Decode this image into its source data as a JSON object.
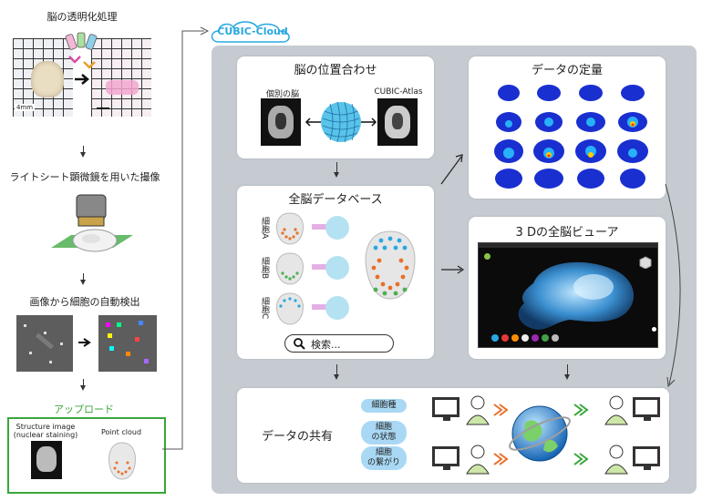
{
  "left": {
    "clearing_title": "脳の透明化処理",
    "scale_label": "4mm",
    "lightsheet_title": "ライトシート顕微鏡を用いた撮像",
    "detection_title": "画像から細胞の自動検出",
    "upload_title": "アップロード",
    "structure_image_label": "Structure image\n(nuclear staining)",
    "point_cloud_label": "Point cloud"
  },
  "cloud": {
    "label": "CUBIC-Cloud"
  },
  "registration": {
    "title": "脳の位置合わせ",
    "individual_label": "個別の脳",
    "atlas_label": "CUBIC-Atlas"
  },
  "quantification": {
    "title": "データの定量"
  },
  "database": {
    "title": "全脳データベース",
    "cells": [
      "細胞A",
      "細胞B",
      "細胞C"
    ],
    "search_placeholder": "検索..."
  },
  "viewer": {
    "title": "3 Dの全脳ビューア"
  },
  "sharing": {
    "title": "データの共有",
    "chips": [
      "細胞種",
      "細胞\nの状態",
      "細胞\nの繋がり"
    ]
  },
  "colors": {
    "accent_green": "#3aa63a",
    "cloud_blue": "#29a8e0",
    "panel_bg": "#c5cbd1",
    "orange_arrow": "#e8702a"
  }
}
